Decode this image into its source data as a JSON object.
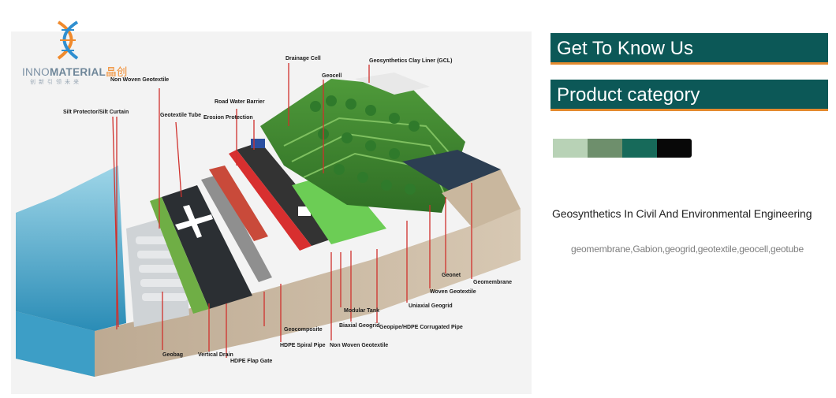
{
  "logo": {
    "brand_prefix": "INNO",
    "brand_main": "MATERIAL",
    "brand_cjk": "晶创",
    "tagline": "创新引领未来"
  },
  "illustration": {
    "labels": {
      "drainage_cell": "Drainage Cell",
      "gcl": "Geosynthetics Clay Liner (GCL)",
      "non_woven_top": "Non Woven Geotextile",
      "geocell": "Geocell",
      "road_water_barrier": "Road Water Barrier",
      "silt_protector": "Silt Protector/Silt Curtain",
      "geotextile_tube": "Geotextile Tube",
      "erosion_protection": "Erosion Protection",
      "geonet": "Geonet",
      "woven_geotextile": "Woven Geotextile",
      "geomembrane": "Geomembrane",
      "uniaxial_geogrid": "Uniaxial Geogrid",
      "modular_tank": "Modular Tank",
      "biaxial_geogrid": "Biaxial Geogrid",
      "geopipe": "Geopipe/HDPE Corrugated Pipe",
      "geocomposite": "Geocomposite",
      "hdpe_spiral_pipe": "HDPE Spiral Pipe",
      "non_woven_bottom": "Non Woven Geotextile",
      "geobag": "Geobag",
      "vertical_drain": "Vertical Drain",
      "hdpe_flap_gate": "HDPE Flap Gate"
    }
  },
  "nav": {
    "about_label": "Get To Know Us",
    "product_label": "Product category"
  },
  "colors": {
    "bar_bg": "#0c5857",
    "bar_underline": "#e48a2e",
    "swatches": [
      "#b8d2b6",
      "#6e8f6c",
      "#176a5a",
      "#080808"
    ]
  },
  "content": {
    "headline": "Geosynthetics In Civil And Environmental Engineering",
    "subline": "geomembrane,Gabion,geogrid,geotextile,geocell,geotube"
  }
}
